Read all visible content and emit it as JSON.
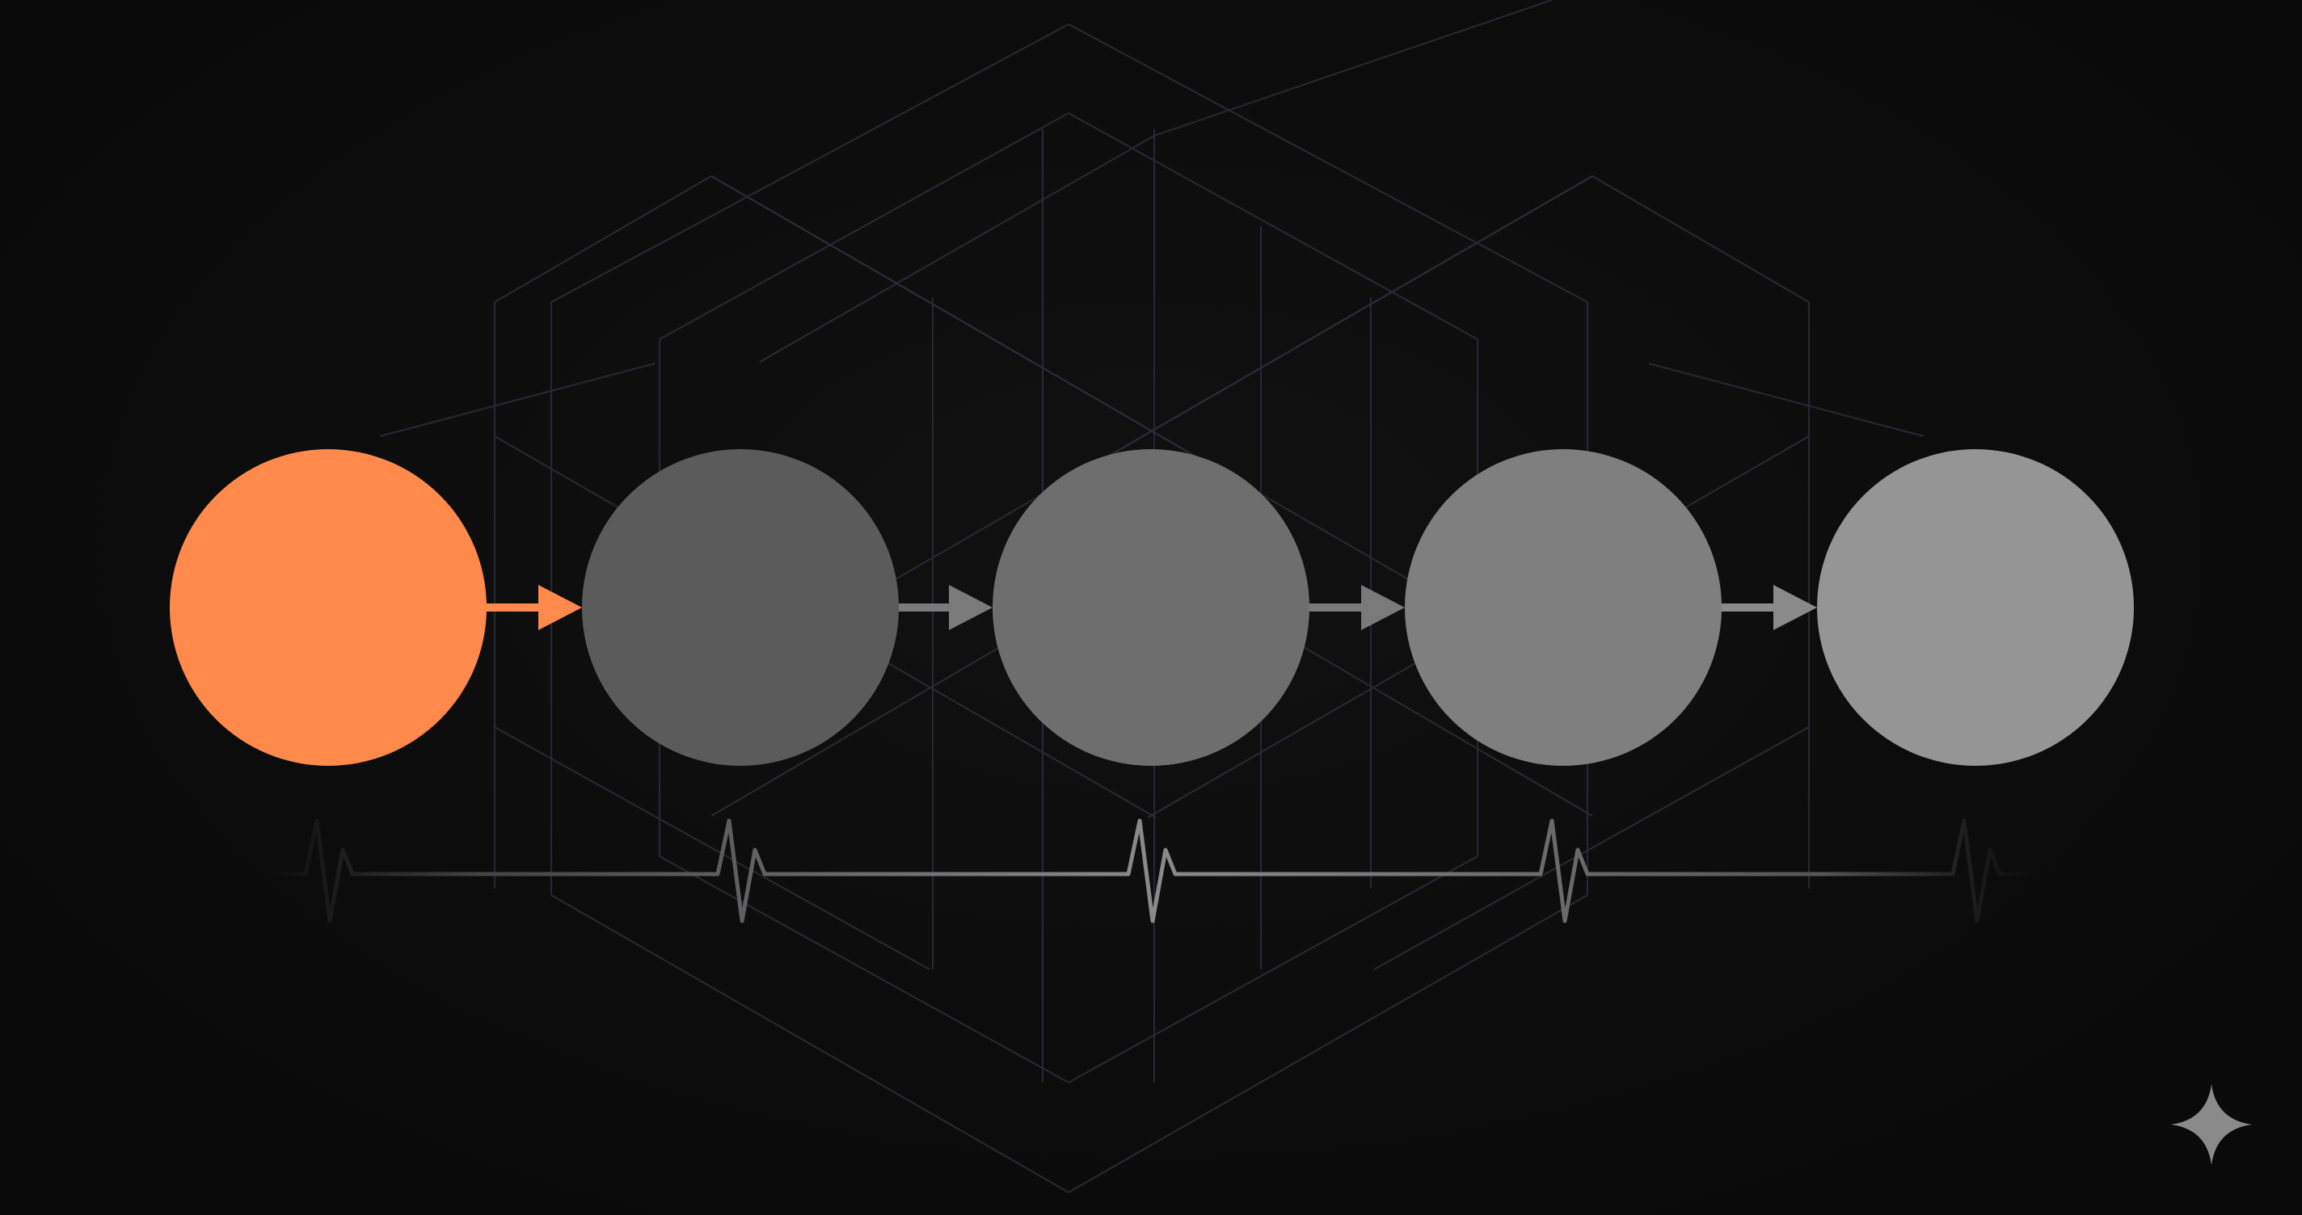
{
  "diagram": {
    "background_color": "#0b0b0b",
    "grid_line_color": "#2a2b38",
    "nodes": [
      {
        "id": "node-1",
        "color": "#ff8a4c",
        "highlighted": true
      },
      {
        "id": "node-2",
        "color": "#5b5b5b",
        "highlighted": false
      },
      {
        "id": "node-3",
        "color": "#6e6e6e",
        "highlighted": false
      },
      {
        "id": "node-4",
        "color": "#7f7f7f",
        "highlighted": false
      },
      {
        "id": "node-5",
        "color": "#959595",
        "highlighted": false
      }
    ],
    "arrows": [
      {
        "from": "node-1",
        "to": "node-2",
        "color": "#ff8a4c"
      },
      {
        "from": "node-2",
        "to": "node-3",
        "color": "#7a7a7a"
      },
      {
        "from": "node-3",
        "to": "node-4",
        "color": "#7a7a7a"
      },
      {
        "from": "node-4",
        "to": "node-5",
        "color": "#8a8a8a"
      }
    ],
    "pulse_line": {
      "color": "#6a6a6a",
      "beats": 5
    },
    "corner_mark": {
      "icon": "sparkle-icon",
      "color": "#8a8a8a"
    }
  }
}
